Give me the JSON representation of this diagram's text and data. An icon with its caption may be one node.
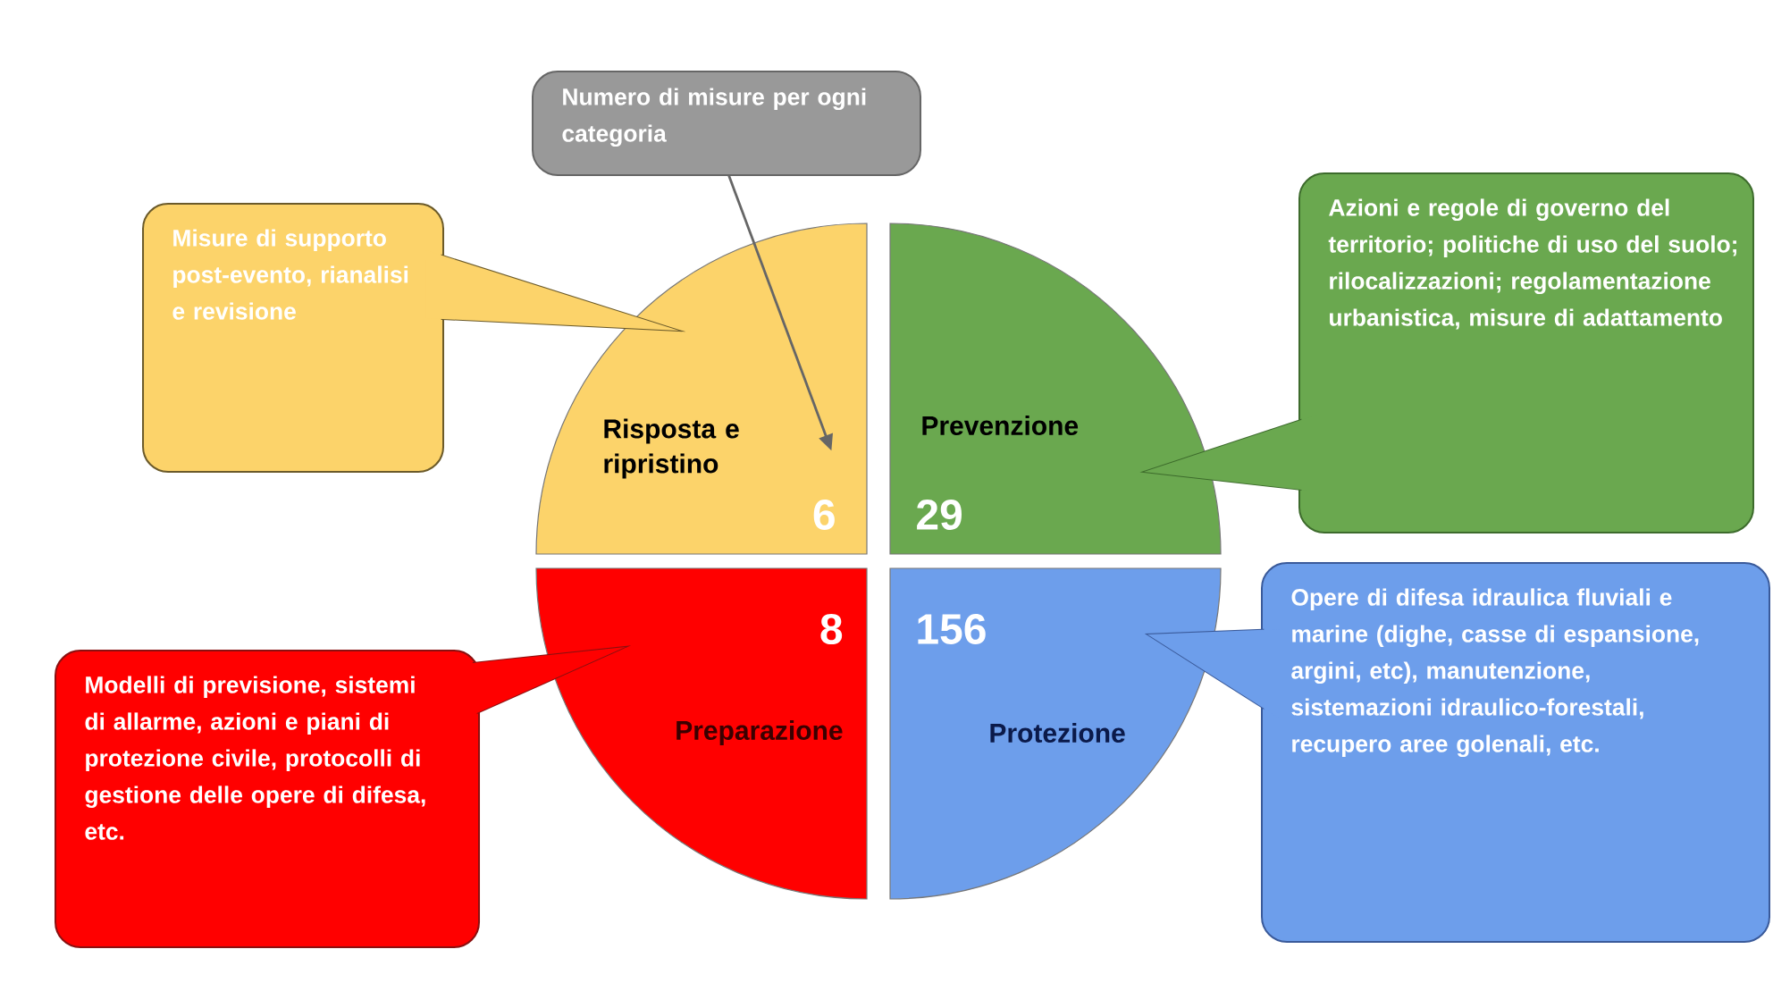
{
  "diagram": {
    "nodes": [
      {
        "text": [
          "Numero di misure per ogni categoria"
        ]
      },
      {
        "text": [
          "Misure di supporto post-evento, rianalisi e revisione"
        ]
      },
      {
        "text": [
          "Risposta e ripristino",
          "6"
        ]
      },
      {
        "text": [
          "Prevenzione",
          "29"
        ]
      },
      {
        "text": [
          "Azioni e regole di governo del territorio; politiche di uso del suolo; rilocalizzazioni; regolamentazione urbanistica, misure di adattamento"
        ]
      },
      {
        "text": [
          "Modelli di previsione, sistemi di allarme, azioni e piani di protezione civile, protocolli di gestione delle opere di difesa, etc."
        ]
      },
      {
        "text": [
          "8",
          "Preparazione"
        ]
      },
      {
        "text": [
          "156",
          "Protezione"
        ]
      },
      {
        "text": [
          "Opere di difesa idraulica fluviali e marine (dighe, casse di espansione, argini, etc), manutenzione, sistemazioni idraulico-forestali, recupero aree golenali, etc."
        ]
      }
    ],
    "edges": [
      {
        "from": 0,
        "to": 2,
        "arrow": "to"
      }
    ]
  }
}
